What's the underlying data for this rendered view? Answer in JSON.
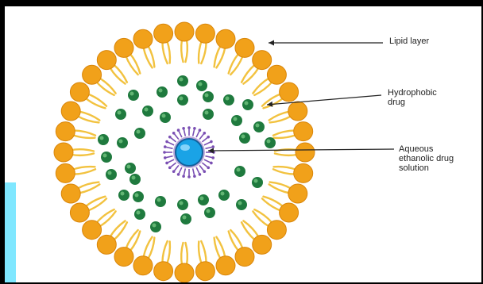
{
  "labels": {
    "lipid_layer": "Lipid layer",
    "hydrophobic_drug": "Hydrophobic\ndrug",
    "aqueous_solution": "Aqueous\nethanolic drug\nsolution"
  },
  "colors": {
    "lipid_head": "#f1a11a",
    "lipid_head_edge": "#d9860a",
    "lipid_tail": "#f2c23f",
    "drug_particle": "#1f7a3e",
    "drug_particle_highlight": "#6fc17c",
    "core_fill": "#1aa3e6",
    "core_edge": "#12609c",
    "core_fringe": "#7a4fb3",
    "pointer": "#222222",
    "cyan_edge": "#7fe7ff",
    "background": "#ffffff",
    "border": "#000000"
  }
}
